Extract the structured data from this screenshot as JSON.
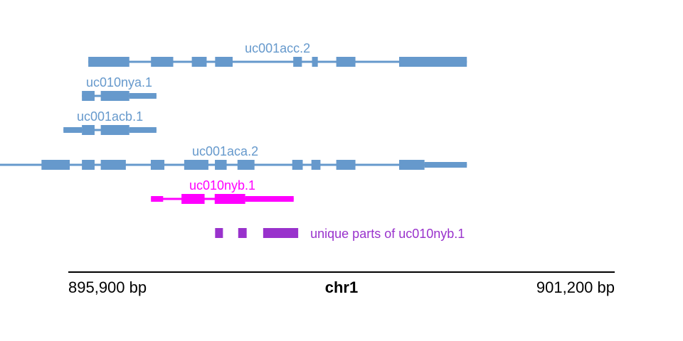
{
  "colors": {
    "transcript": "#6699cc",
    "highlight": "#ff00ff",
    "unique": "#9932cc",
    "axis": "#000000"
  },
  "region": {
    "start": 895900,
    "end": 901200
  },
  "axis": {
    "start_label": "895,900 bp",
    "end_label": "901,200 bp",
    "chrom": "chr1"
  },
  "transcripts": [
    {
      "name": "uc001acc.2",
      "color": "transcript",
      "line": [
        896094,
        899766
      ],
      "exons": [
        [
          896094,
          896492,
          1
        ],
        [
          896702,
          896918,
          1
        ],
        [
          897098,
          897242,
          1
        ],
        [
          897324,
          897494,
          1
        ],
        [
          898082,
          898166,
          1
        ],
        [
          898264,
          898320,
          1
        ],
        [
          898499,
          898685,
          1
        ],
        [
          899109,
          899766,
          1
        ]
      ]
    },
    {
      "name": "uc010nya.1",
      "color": "transcript",
      "line": [
        896032,
        896755
      ],
      "exons": [
        [
          896032,
          896155,
          1
        ],
        [
          896215,
          896492,
          1
        ],
        [
          896492,
          896755,
          0
        ]
      ]
    },
    {
      "name": "uc001acb.1",
      "color": "transcript",
      "line": [
        895853,
        896755
      ],
      "exons": [
        [
          895853,
          896032,
          0
        ],
        [
          896032,
          896155,
          1
        ],
        [
          896215,
          896492,
          1
        ],
        [
          896492,
          896755,
          0
        ]
      ]
    },
    {
      "name": "uc001aca.2",
      "color": "transcript",
      "line": [
        895078,
        899766
      ],
      "exons": [
        [
          895078,
          895078,
          0
        ],
        [
          895078,
          895200,
          1
        ],
        [
          895640,
          895914,
          1
        ],
        [
          896032,
          896155,
          1
        ],
        [
          896215,
          896458,
          1
        ],
        [
          896700,
          896832,
          1
        ],
        [
          897024,
          897259,
          1
        ],
        [
          897322,
          897436,
          1
        ],
        [
          897541,
          897706,
          1
        ],
        [
          898072,
          898174,
          1
        ],
        [
          898258,
          898346,
          1
        ],
        [
          898499,
          898685,
          1
        ],
        [
          899109,
          899355,
          1
        ],
        [
          899355,
          899766,
          0
        ]
      ]
    },
    {
      "name": "uc010nyb.1",
      "color": "highlight",
      "line": [
        896702,
        898086
      ],
      "exons": [
        [
          896702,
          896820,
          0
        ],
        [
          896998,
          897222,
          1
        ],
        [
          897320,
          897616,
          1
        ],
        [
          897616,
          898086,
          0
        ]
      ]
    }
  ],
  "unique_parts": {
    "label": "unique parts of uc010nyb.1",
    "blocks": [
      [
        897324,
        897400
      ],
      [
        897548,
        897630
      ],
      [
        897790,
        898130
      ]
    ]
  }
}
